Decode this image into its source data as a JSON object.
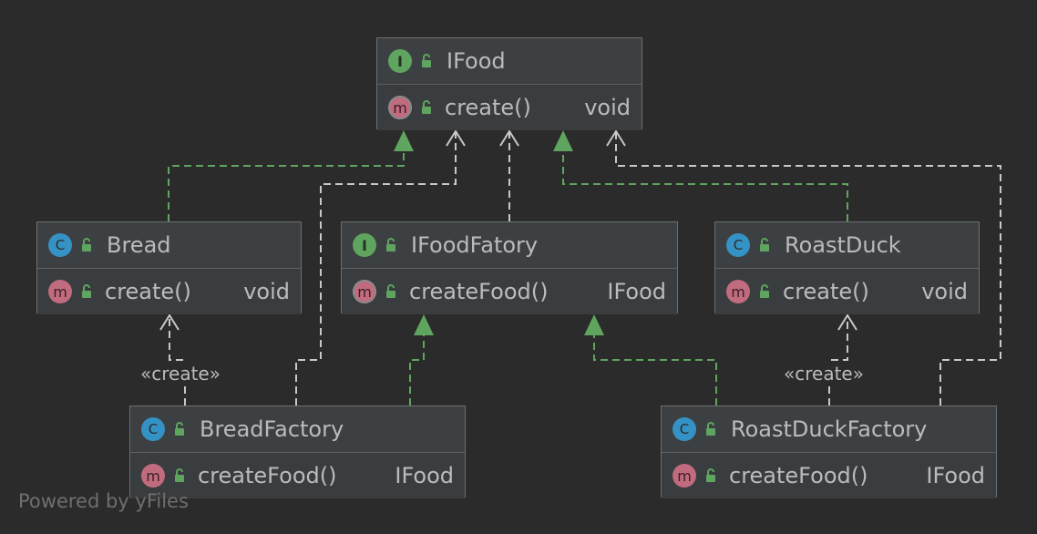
{
  "nodes": {
    "ifood": {
      "badge": "I",
      "name": "IFood",
      "method": "create()",
      "type": "void"
    },
    "bread": {
      "badge": "C",
      "name": "Bread",
      "method": "create()",
      "type": "void"
    },
    "ifoodfactory": {
      "badge": "I",
      "name": "IFoodFatory",
      "method": "createFood()",
      "type": "IFood"
    },
    "roastduck": {
      "badge": "C",
      "name": "RoastDuck",
      "method": "create()",
      "type": "void"
    },
    "breadfactory": {
      "badge": "C",
      "name": "BreadFactory",
      "method": "createFood()",
      "type": "IFood"
    },
    "roastduckfactory": {
      "badge": "C",
      "name": "RoastDuckFactory",
      "method": "createFood()",
      "type": "IFood"
    }
  },
  "method_badge": "m",
  "labels": {
    "create_bread": "«create»",
    "create_roastduck": "«create»"
  },
  "footer": "Powered by yFiles",
  "colors": {
    "background": "#2b2b2b",
    "realization": "#5fa45f",
    "dependency": "#bbbbbb",
    "class_badge": "#3592c4",
    "interface_badge": "#5fa45f",
    "method_badge": "#c06b7e"
  }
}
